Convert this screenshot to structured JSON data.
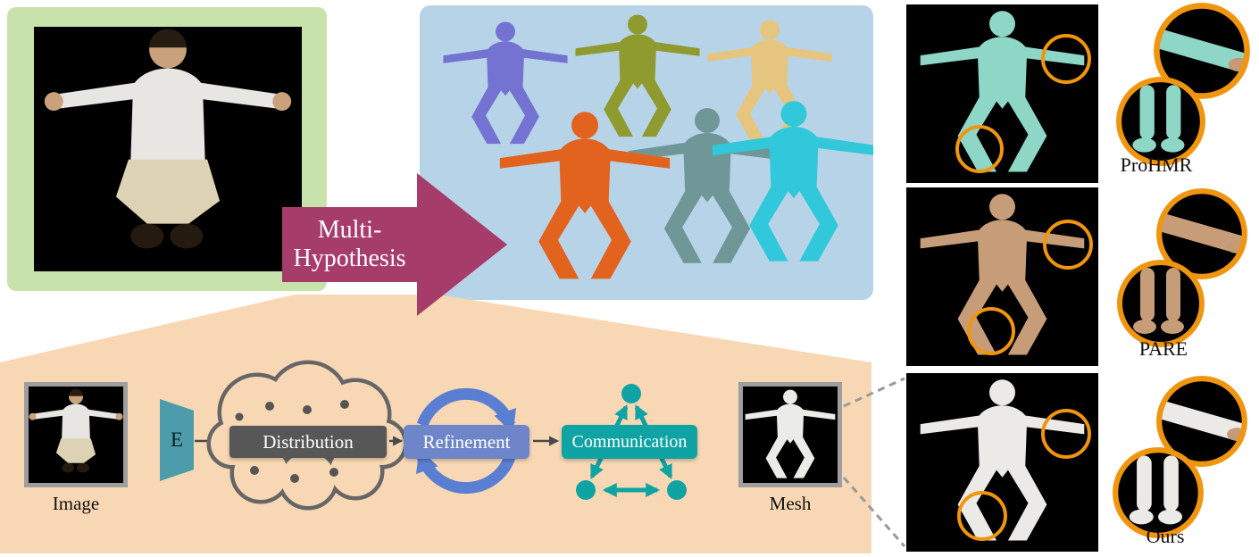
{
  "arrow": {
    "line1": "Multi-",
    "line2": "Hypothesis"
  },
  "pipeline": {
    "image_label": "Image",
    "encoder_label": "E",
    "distribution_label": "Distribution",
    "refinement_label": "Refinement",
    "communication_label": "Communication",
    "mesh_label": "Mesh",
    "mesh_color": "#ebebe8"
  },
  "comparisons": [
    {
      "label": "ProHMR",
      "mesh_color": "#8ed6c6"
    },
    {
      "label": "PARE",
      "mesh_color": "#c79c79"
    },
    {
      "label": "Ours",
      "mesh_color": "#eceae6"
    }
  ],
  "hypotheses": {
    "colors": [
      "#7473d2",
      "#8f9b2e",
      "#e6c57e",
      "#6f9797",
      "#30c8da",
      "#e2631e"
    ]
  },
  "colors": {
    "input_bg": "#c8e2ab",
    "hypo_bg": "#b7d3e8",
    "arrow_fill": "#a63c6a",
    "pipeline_bg": "#f8d8b4",
    "encoder": "#4d9cac",
    "distribution": "#575757",
    "refinement": "#6e86c9",
    "refinement_cycle": "#5a7fd2",
    "communication": "#0fa3a3",
    "highlight": "#f0950f",
    "cloud_stroke": "#666666",
    "dashed_line": "#999999"
  }
}
